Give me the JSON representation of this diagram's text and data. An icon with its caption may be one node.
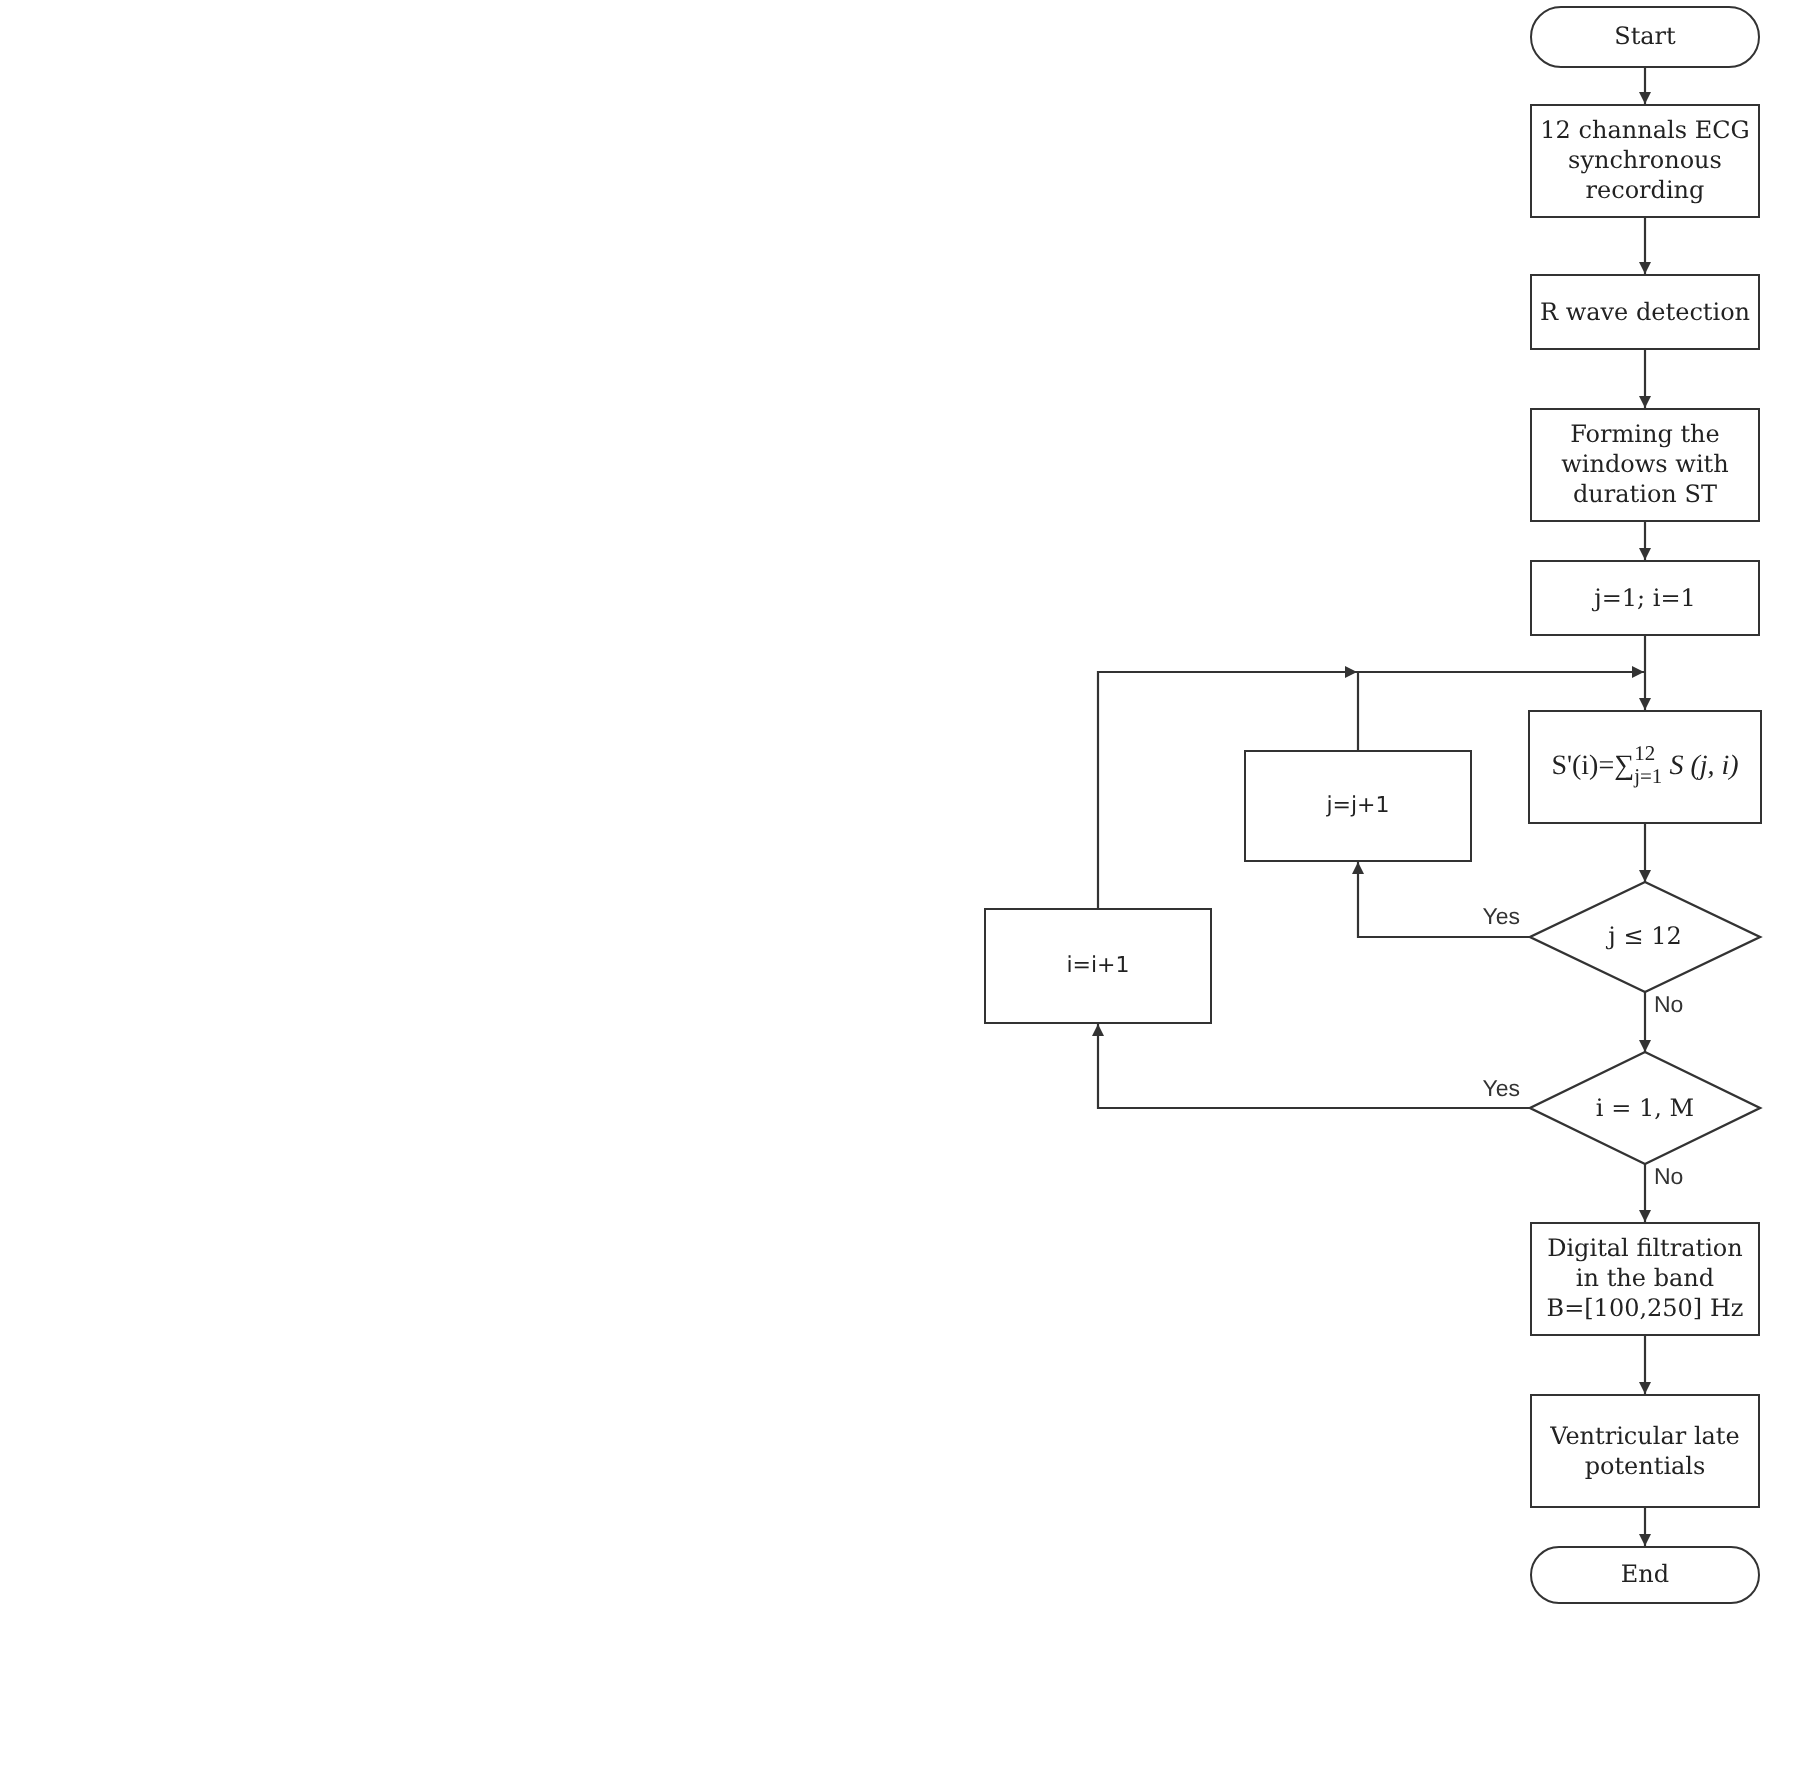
{
  "diagram": {
    "nodes": [
      {
        "text": [
          "Start"
        ]
      },
      {
        "text": [
          "12 channals ECG synchronous recording"
        ]
      },
      {
        "text": [
          "R wave detection"
        ]
      },
      {
        "text": [
          "Forming the windows with duration ST"
        ]
      },
      {
        "text": [
          "j=1; i=1"
        ]
      },
      {
        "text": [
          "S'(i)=∑$^{12}$$_{j=1}$ *S (j, i)*"
        ]
      },
      {
        "text": [
          "j=j+1"
        ]
      },
      {
        "text": [
          "j ≤ 12"
        ]
      },
      {
        "text": [
          "i=i+1"
        ]
      },
      {
        "text": [
          "i = 1, M"
        ]
      },
      {
        "text": [
          "Digital filtration in the band B=[100,250] Hz"
        ]
      },
      {
        "text": [
          "Ventricular late potentials"
        ]
      },
      {
        "text": [
          "End"
        ]
      }
    ],
    "edges": [
      {
        "from": 0,
        "to": 1,
        "arrow": "to"
      },
      {
        "from": 1,
        "to": 2,
        "arrow": "to"
      },
      {
        "from": 2,
        "to": 3,
        "arrow": "to"
      },
      {
        "from": 3,
        "to": 4,
        "arrow": "to"
      },
      {
        "from": 4,
        "to": 5,
        "arrow": "to"
      },
      {
        "from": 5,
        "to": 7,
        "arrow": "to"
      },
      {
        "from": 7,
        "to": 6,
        "arrow": "to",
        "label": "Yes"
      },
      {
        "from": 6,
        "to": 5,
        "arrow": "to"
      },
      {
        "from": 7,
        "to": 9,
        "arrow": "to",
        "label": "No"
      },
      {
        "from": 9,
        "to": 8,
        "arrow": "to",
        "label": "Yes"
      },
      {
        "from": 8,
        "to": 5,
        "arrow": "to"
      },
      {
        "from": 9,
        "to": 10,
        "arrow": "to",
        "label": "No"
      },
      {
        "from": 10,
        "to": 11,
        "arrow": "to"
      },
      {
        "from": 11,
        "to": 12,
        "arrow": "to"
      }
    ]
  }
}
